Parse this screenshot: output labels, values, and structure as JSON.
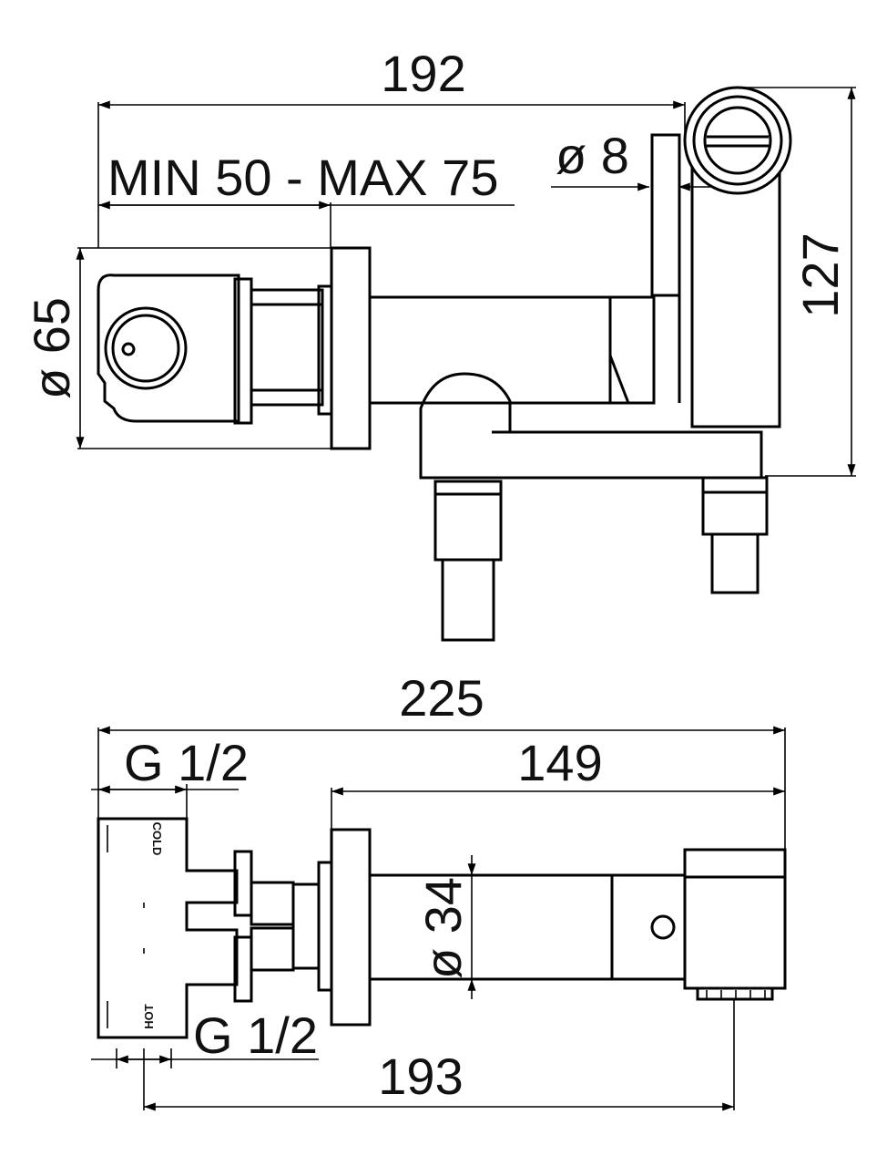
{
  "front_view": {
    "dim_overall_width": "192",
    "dim_wall_range": "MIN  50 - MAX 75",
    "dim_pin_diameter": "ø 8",
    "dim_body_diameter": "ø 65",
    "dim_height": "127"
  },
  "plan_view": {
    "dim_total_length": "225",
    "dim_inlet_top": "G 1/2",
    "dim_projection": "149",
    "dim_tube_diameter": "ø 34",
    "dim_inlet_bottom": "G 1/2",
    "dim_centers": "193",
    "label_cold": "COLD",
    "label_hot": "HOT"
  }
}
